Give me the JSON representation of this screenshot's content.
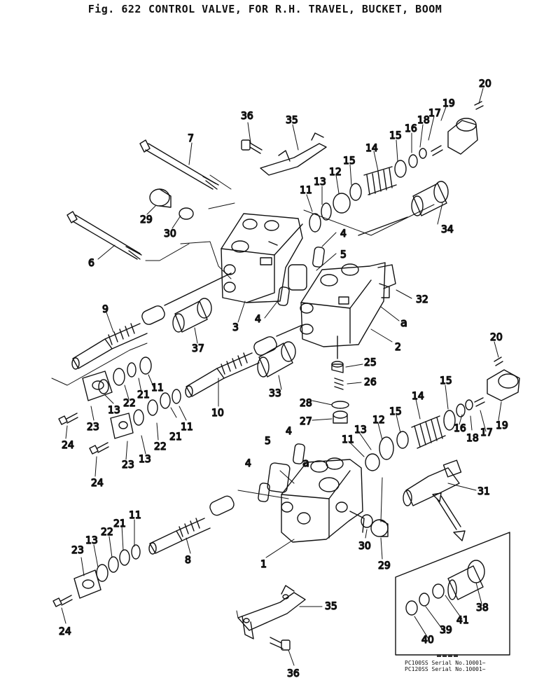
{
  "title": {
    "fig": "Fig. 622",
    "text": "CONTROL VALVE, FOR R.H. TRAVEL, BUCKET, BOOM"
  },
  "callouts": [
    "1",
    "2",
    "3",
    "4",
    "5",
    "6",
    "7",
    "8",
    "9",
    "10",
    "11",
    "12",
    "13",
    "14",
    "15",
    "16",
    "17",
    "18",
    "19",
    "20",
    "21",
    "22",
    "23",
    "24",
    "25",
    "26",
    "27",
    "28",
    "29",
    "30",
    "31",
    "32",
    "33",
    "34",
    "35",
    "36",
    "37",
    "38",
    "39",
    "40",
    "41",
    "a"
  ],
  "serials": [
    "PC100SS Serial No.10001~",
    "PC120SS Serial No.10001~"
  ]
}
